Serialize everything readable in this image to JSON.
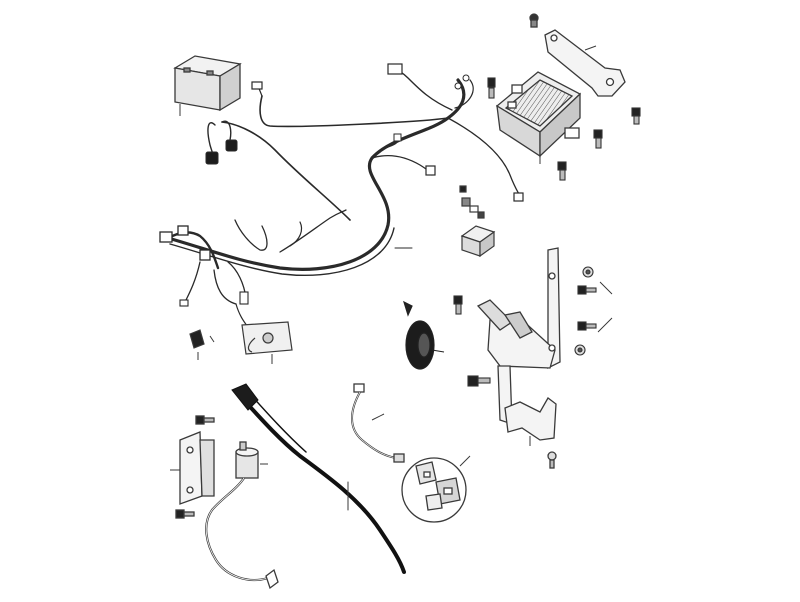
{
  "diagram": {
    "colors": {
      "background": "#ffffff",
      "line": "#3a3a3a",
      "cable": "#111111",
      "component_fill": "#e6e6e6",
      "component_dark": "#1c1c1c"
    },
    "parts": [
      "battery",
      "main-wiring-harness",
      "voltage-regulator",
      "regulator-bracket",
      "relay",
      "horn",
      "horn-bracket",
      "mounting-bracket",
      "sensor",
      "ignition-coil",
      "coil-bracket",
      "ground-cable",
      "oxygen-sensor",
      "connector-detail"
    ]
  }
}
